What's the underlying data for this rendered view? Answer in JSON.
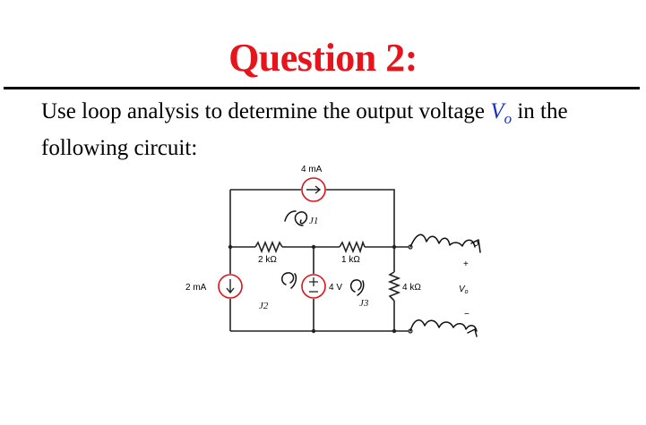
{
  "question": {
    "title": "Question 2:",
    "prompt_before": "Use loop analysis to determine the output voltage ",
    "var_main": "V",
    "var_sub": "o",
    "prompt_after": " in the following circuit:"
  },
  "circuit": {
    "source_top_label": "4 mA",
    "source_left_label": "2 mA",
    "r1_label": "2 kΩ",
    "r2_label": "1 kΩ",
    "vsrc_label": "4 V",
    "r3_label": "4 kΩ",
    "vo_label": "V",
    "vo_sub": "o",
    "plus_sign": "+",
    "minus_sign": "−",
    "loop1_label": "J1",
    "loop2_label": "J2",
    "loop3_label": "J3"
  },
  "colors": {
    "title": "#e8141c",
    "variable": "#1530c8",
    "source": "#d9141c"
  }
}
